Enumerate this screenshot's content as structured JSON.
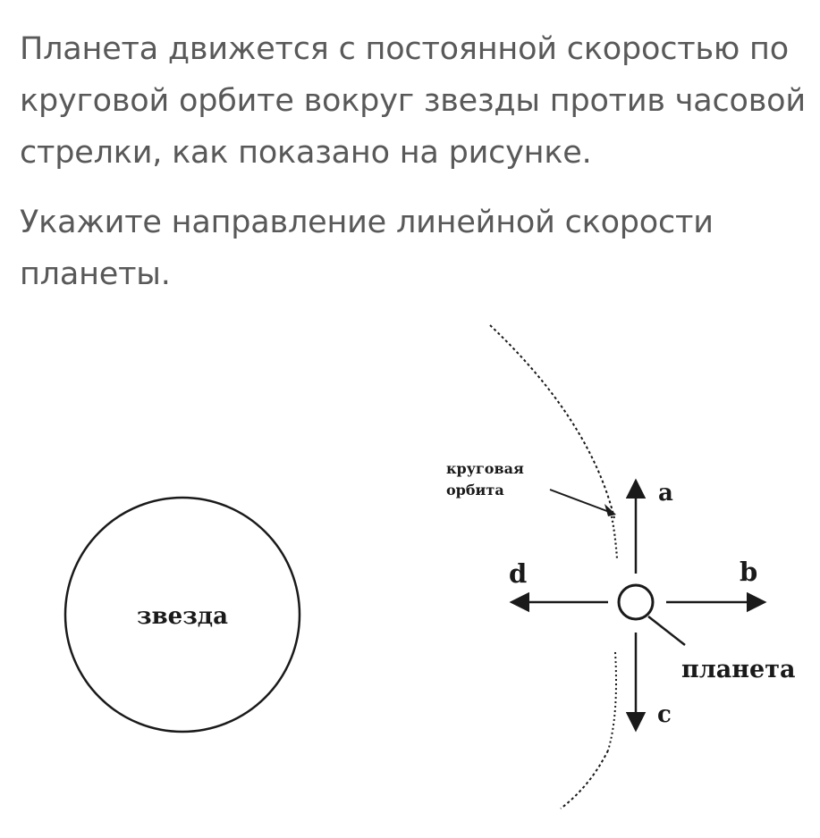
{
  "question": {
    "paragraph1": "Планета движется с постоянной скоростью по круговой орбите вокруг звезды против часовой стрелки, как показано на рисунке.",
    "paragraph2": "Укажите направление линейной скорости планеты."
  },
  "diagram": {
    "star_label": "звезда",
    "orbit_label_line1": "круговая",
    "orbit_label_line2": "орбита",
    "planet_label": "планета",
    "arrow_up_label": "a",
    "arrow_right_label": "b",
    "arrow_down_label": "c",
    "arrow_left_label": "d",
    "ink_color": "#1a1a1a"
  }
}
